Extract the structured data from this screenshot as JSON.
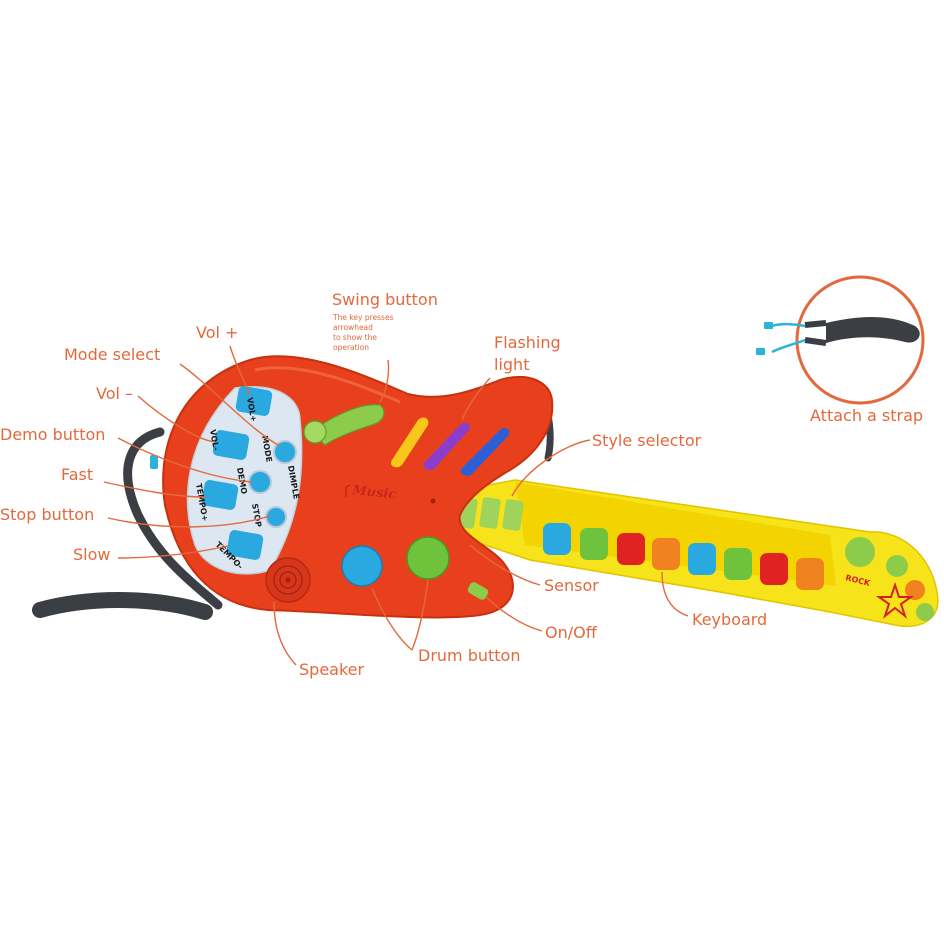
{
  "labels": {
    "swing_button": "Swing button",
    "swing_note_1": "The key presses",
    "swing_note_2": "arrowhead",
    "swing_note_3": "to show the",
    "swing_note_4": "operation",
    "vol_plus": "Vol +",
    "mode_select": "Mode select",
    "vol_minus": "Vol –",
    "demo_button": "Demo button",
    "fast": "Fast",
    "stop_button": "Stop button",
    "slow": "Slow",
    "flashing_light_1": "Flashing",
    "flashing_light_2": "light",
    "style_selector": "Style selector",
    "sensor": "Sensor",
    "keyboard": "Keyboard",
    "on_off": "On/Off",
    "drum_button": "Drum button",
    "speaker": "Speaker",
    "attach_strap": "Attach a strap"
  },
  "guitar_print": {
    "vol_plus": "VOL+",
    "vol_minus": "VOL-",
    "mode": "MODE",
    "brand": "DIMPLE",
    "demo": "DEMO",
    "tempo_plus": "TEMPO+",
    "stop": "STOP",
    "tempo_minus": "TEMPO-",
    "music": "Music",
    "rock": "ROCK"
  },
  "colors": {
    "label": "#e3693c",
    "body": "#e8401c",
    "neck": "#f7e31a",
    "panel": "#dde7f1",
    "blue_key": "#2aa8e0",
    "green_key": "#6fc23c",
    "red_key": "#e02222",
    "orange_key": "#f0821f",
    "strap": "#3b3f44"
  }
}
